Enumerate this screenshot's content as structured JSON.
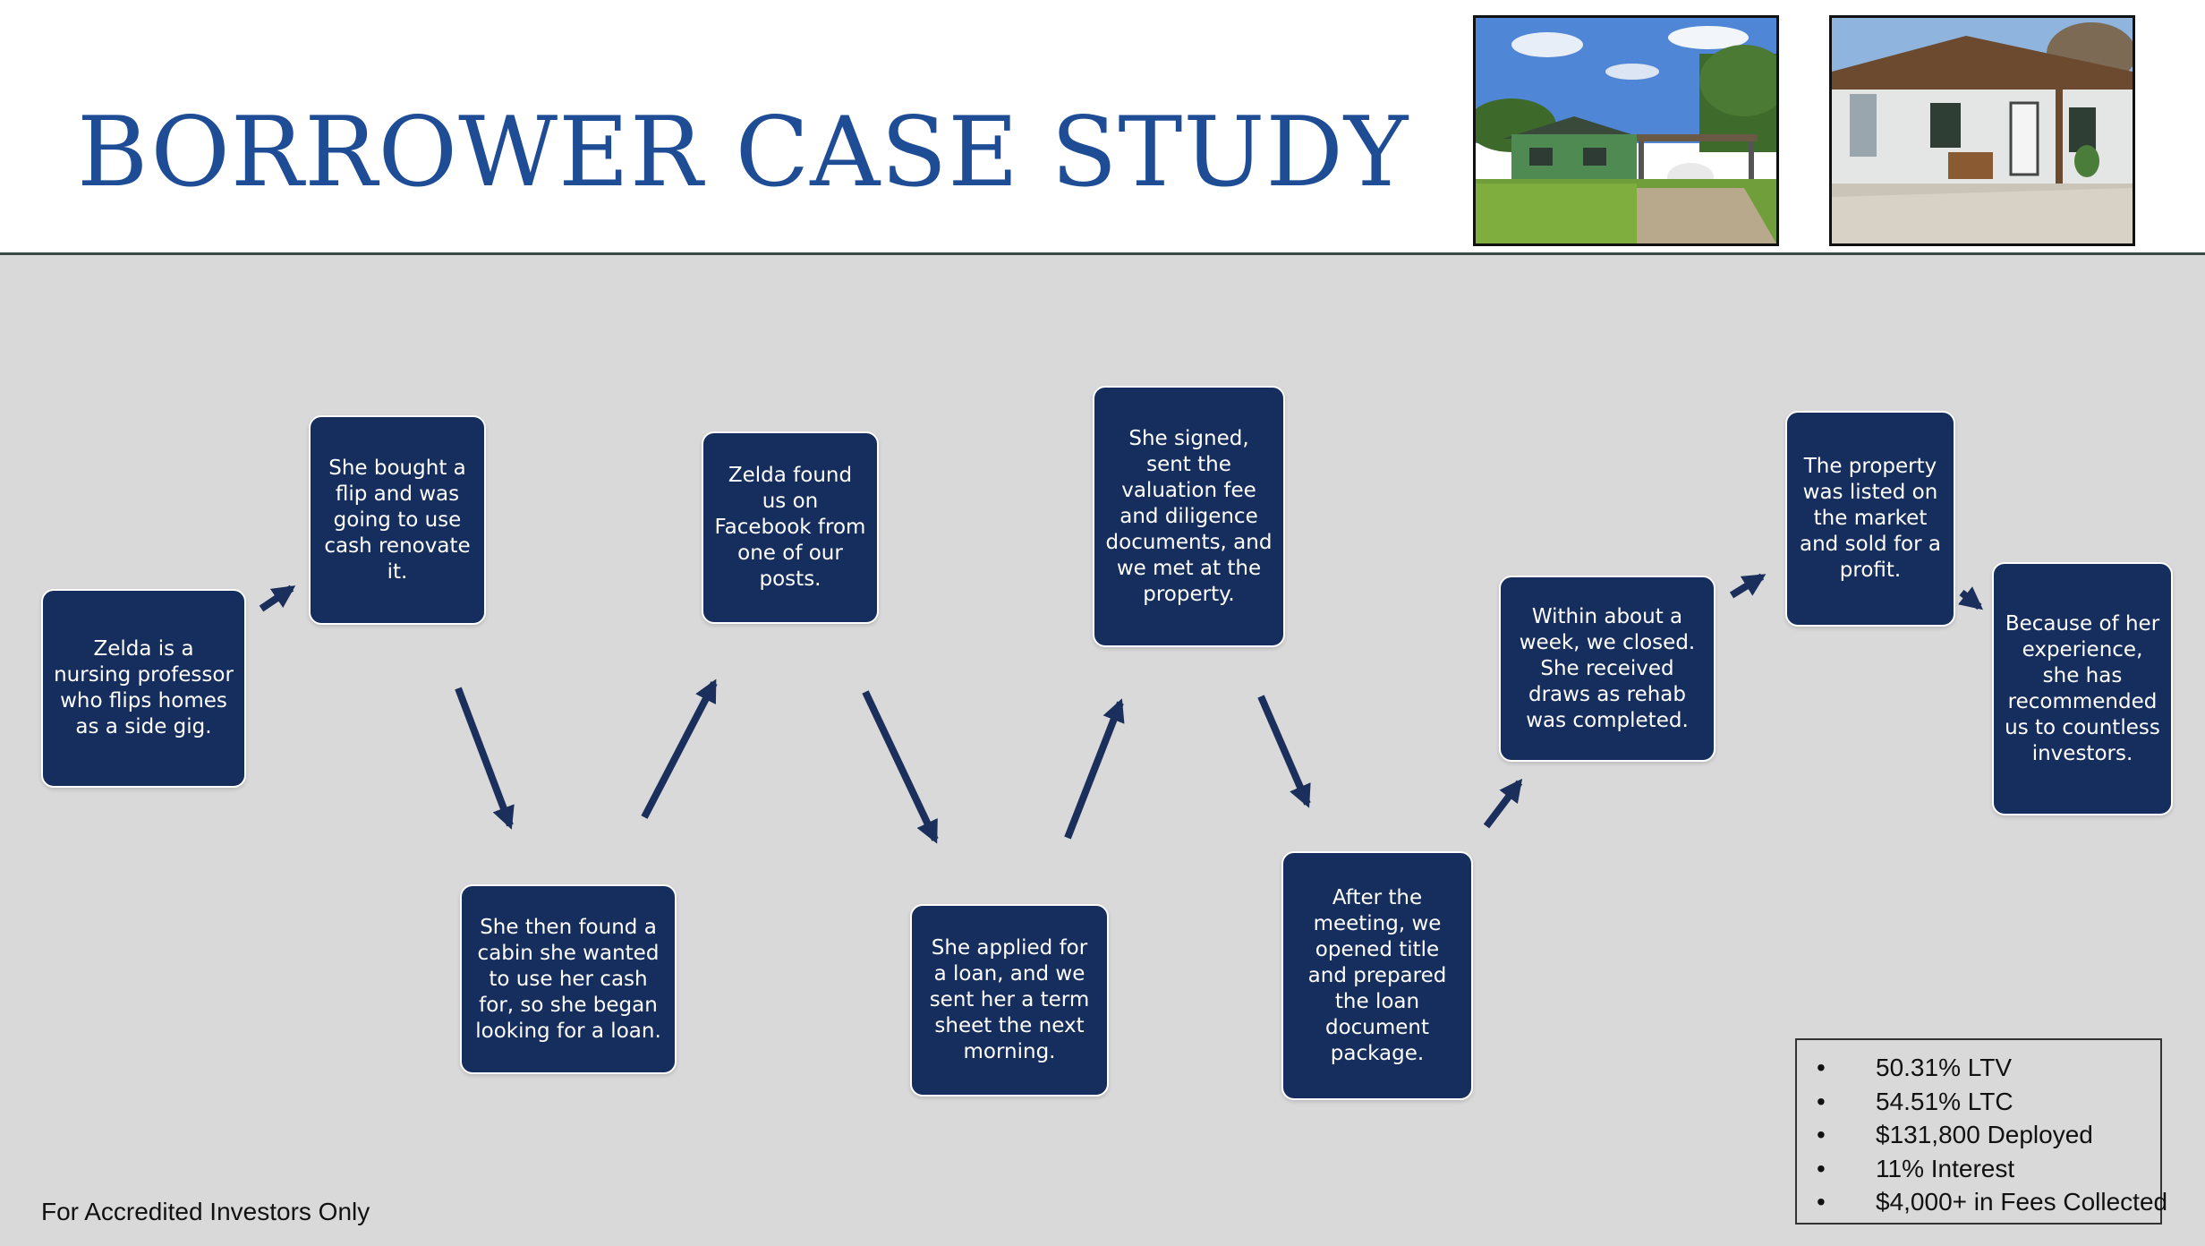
{
  "header": {
    "title": "BORROWER CASE STUDY"
  },
  "photos": [
    {
      "name": "photo-before",
      "subject": "green house before renovation"
    },
    {
      "name": "photo-after",
      "subject": "renovated white house porch"
    }
  ],
  "steps": [
    "Zelda is a nursing professor who flips homes as a side gig.",
    "She bought a flip and was going to use cash renovate it.",
    "She then found a cabin she wanted to use her cash for, so she began looking for a loan.",
    "Zelda found us on Facebook from one of our posts.",
    "She applied for a loan, and we sent her a term sheet the next morning.",
    "She signed, sent the valuation fee and diligence documents, and we met at the property.",
    "After the meeting, we opened title and prepared the loan document package.",
    "Within about a week, we closed. She received draws as rehab was completed.",
    "The property was listed on the market and sold for a profit.",
    "Because of her experience, she has recommended us to countless investors."
  ],
  "stats": {
    "bullet": "•",
    "items": [
      "50.31% LTV",
      "54.51% LTC",
      "$131,800 Deployed",
      "11% Interest",
      "$4,000+ in Fees Collected"
    ]
  },
  "footer": {
    "text": "For Accredited Investors Only"
  },
  "colors": {
    "title": "#1e4d96",
    "box": "#162e5e",
    "canvas": "#d9d9d9",
    "arrow": "#1a2f5c"
  }
}
